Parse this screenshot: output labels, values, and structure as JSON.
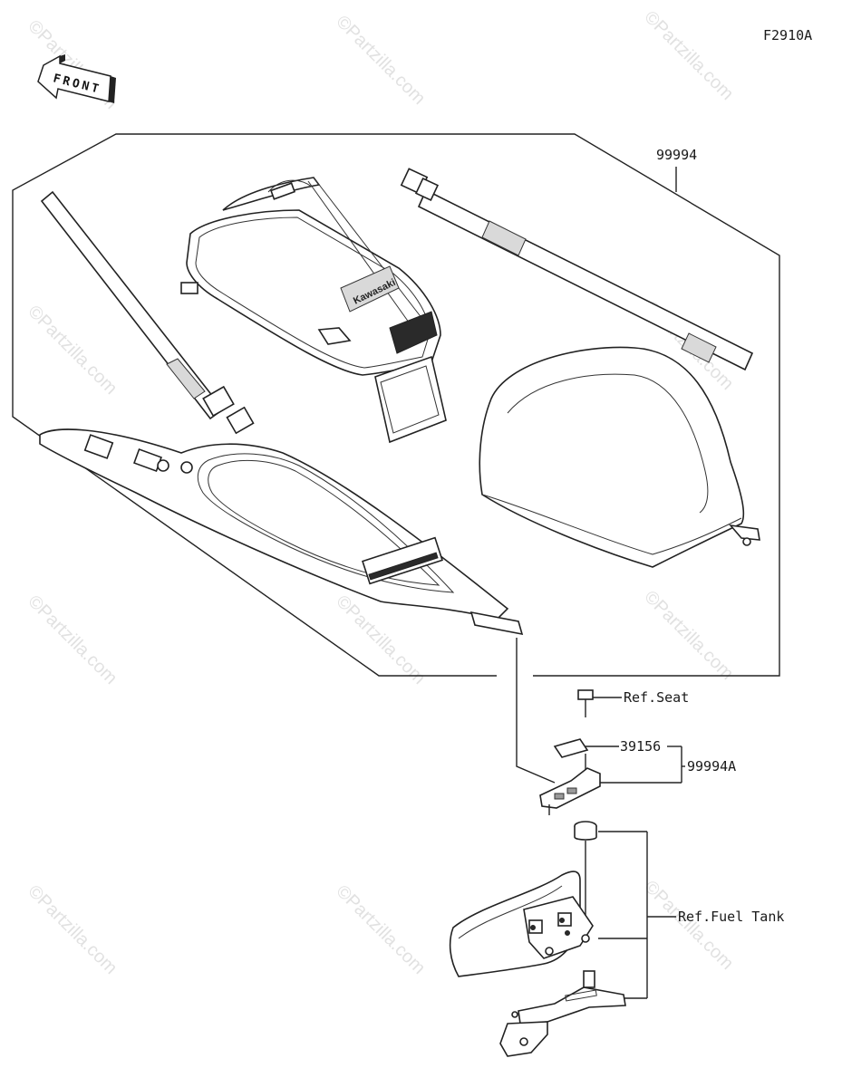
{
  "figure_code": "F2910A",
  "front_label": "FRONT",
  "brand_on_bag": "Kawasaki",
  "watermark": "©Partzilla.com",
  "callouts": {
    "kit": "99994",
    "ref_seat": "Ref.Seat",
    "sticker": "39156",
    "bracket_kit": "99994A",
    "ref_fuel_tank": "Ref.Fuel Tank"
  }
}
